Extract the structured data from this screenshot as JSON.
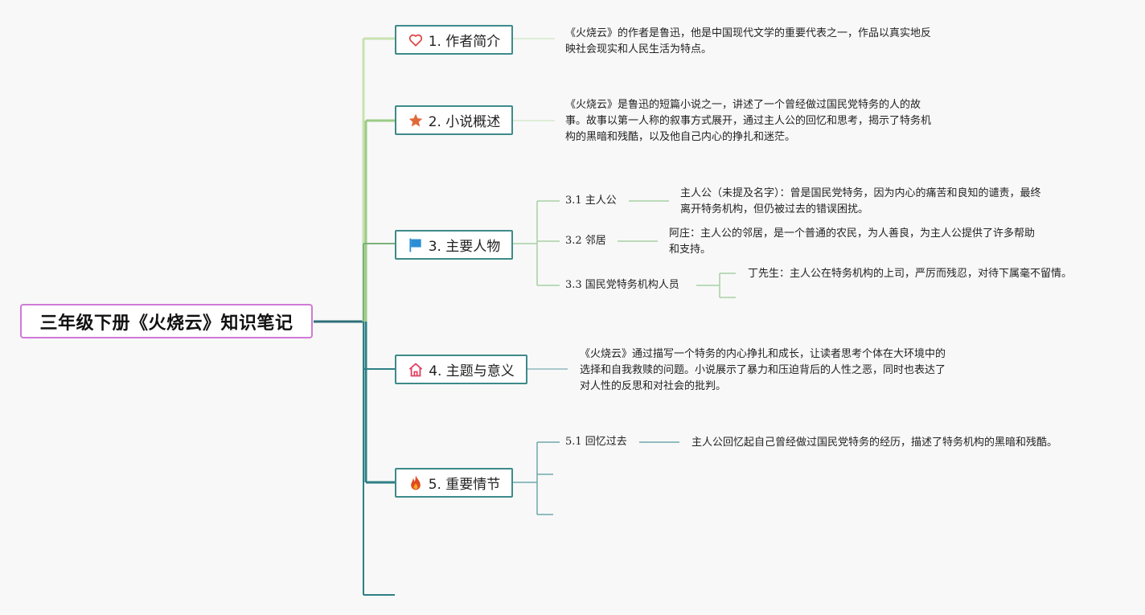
{
  "root": {
    "title": "三年级下册《火烧云》知识笔记"
  },
  "branches": [
    {
      "label": "1. 作者简介",
      "icon": "heart-icon",
      "color": "#e04040"
    },
    {
      "label": "2. 小说概述",
      "icon": "star-icon",
      "color": "#e06a3a"
    },
    {
      "label": "3. 主要人物",
      "icon": "flag-icon",
      "color": "#2a8fd6"
    },
    {
      "label": "4. 主题与意义",
      "icon": "home-icon",
      "color": "#e04060"
    },
    {
      "label": "5. 重要情节",
      "icon": "fire-icon",
      "color": "#e04a20"
    }
  ],
  "notes": {
    "author": "《火烧云》的作者是鲁迅，他是中国现代文学的重要代表之一，作品以真实地反\n映社会现实和人民生活为特点。",
    "summary": "《火烧云》是鲁迅的短篇小说之一，讲述了一个曾经做过国民党特务的人的故\n事。故事以第一人称的叙事方式展开，通过主人公的回忆和思考，揭示了特务机\n构的黑暗和残酷，以及他自己内心的挣扎和迷茫。",
    "theme": "《火烧云》通过描写一个特务的内心挣扎和成长，让读者思考个体在大环境中的\n选择和自我救赎的问题。小说展示了暴力和压迫背后的人性之恶，同时也表达了\n对人性的反思和对社会的批判。"
  },
  "characters": [
    {
      "label": "3.1 主人公",
      "desc": "主人公（未提及名字）：曾是国民党特务，因为内心的痛苦和良知的谴责，最终\n离开特务机构，但仍被过去的错误困扰。"
    },
    {
      "label": "3.2 邻居",
      "desc": "阿庄：主人公的邻居，是一个普通的农民，为人善良，为主人公提供了许多帮助\n和支持。"
    },
    {
      "label": "3.3 国民党特务机构人员",
      "desc": "丁先生：主人公在特务机构的上司，严厉而残忍，对待下属毫不留情。"
    }
  ],
  "plot": [
    {
      "label": "5.1 回忆过去",
      "desc": "主人公回忆起自己曾经做过国民党特务的经历，描述了特务机构的黑暗和残酷。"
    }
  ],
  "colors": {
    "root_border": "#d07ad8",
    "branch_border": "#3e8a8a",
    "line_light_green": "#b8dba0",
    "line_green": "#8cc078",
    "line_teal": "#2d7f85"
  }
}
